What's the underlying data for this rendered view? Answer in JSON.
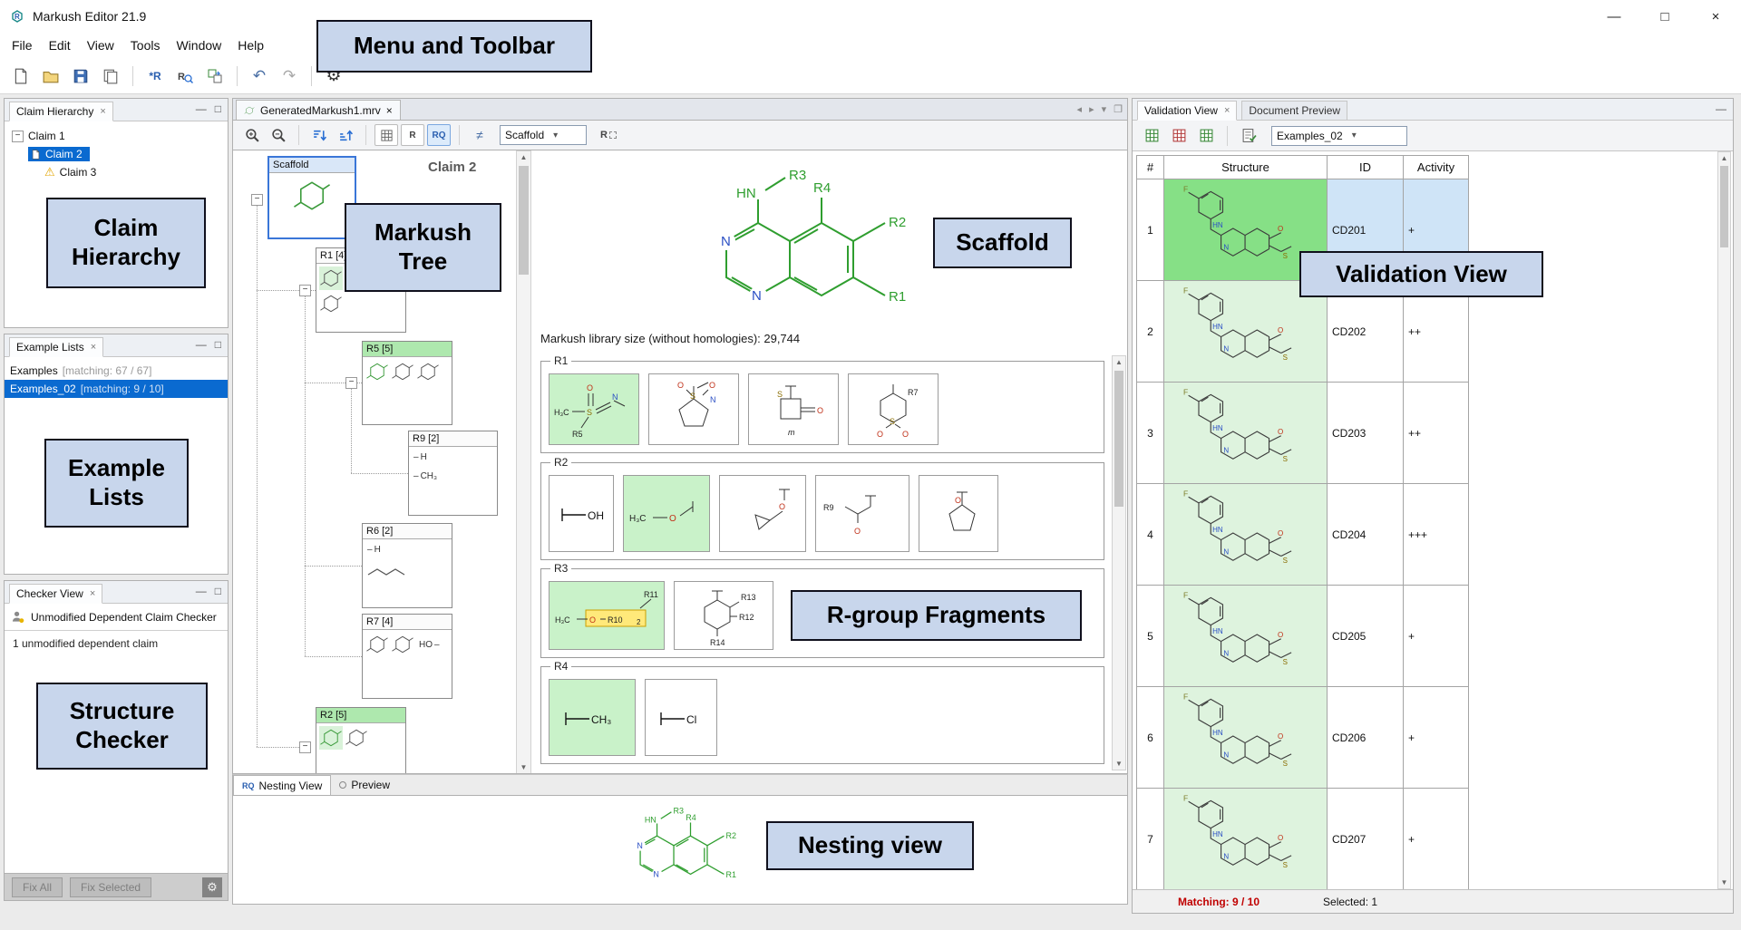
{
  "window": {
    "title": "Markush Editor 21.9",
    "minimize": "—",
    "maximize": "□",
    "close": "×"
  },
  "menu": {
    "items": [
      "File",
      "Edit",
      "View",
      "Tools",
      "Window",
      "Help"
    ]
  },
  "icons": {
    "star_r": "*R",
    "rq": "RQ",
    "r": "R"
  },
  "callouts": {
    "menu_toolbar": "Menu and Toolbar",
    "claim_hierarchy": "Claim Hierarchy",
    "markush_tree": "Markush Tree",
    "scaffold": "Scaffold",
    "validation_view": "Validation View",
    "example_lists": "Example Lists",
    "rgroup_fragments": "R-group Fragments",
    "structure_checker": "Structure Checker",
    "nesting_view": "Nesting view"
  },
  "claim_panel": {
    "title": "Claim Hierarchy",
    "claim1": "Claim 1",
    "claim2": "Claim 2",
    "claim3": "Claim 3"
  },
  "examples_panel": {
    "title": "Example Lists",
    "list1_name": "Examples",
    "list1_matching": "[matching: 67 / 67]",
    "list2_name": "Examples_02",
    "list2_matching": "[matching: 9 / 10]"
  },
  "checker_panel": {
    "title": "Checker View",
    "checker_name": "Unmodified Dependent Claim Checker",
    "checker_detail": "1 unmodified dependent claim",
    "fix_all": "Fix All",
    "fix_selected": "Fix Selected"
  },
  "editor": {
    "tab_title": "GeneratedMarkush1.mrv",
    "claim_label": "Claim 2",
    "scaffold_select": "Scaffold",
    "library_size": "Markush library size (without homologies): 29,744",
    "tree": {
      "scaffold": "Scaffold",
      "r1": "R1 [4]",
      "r5": "R5 [5]",
      "r9": "R9 [2]",
      "r6": "R6 [2]",
      "r7": "R7 [4]",
      "r2": "R2 [5]",
      "r9_item1": "H",
      "r9_item2": "CH₃",
      "r6_item1": "H",
      "r7_item": "HO"
    },
    "atoms": {
      "hn": "HN",
      "n": "N",
      "r1": "R1",
      "r2": "R2",
      "r3": "R3",
      "r4": "R4"
    },
    "s1": {
      "label": "R1",
      "f1_a": "H₃C",
      "f1_s": "S",
      "f1_o": "O",
      "f1_n": "N",
      "f1_r": "R5",
      "f2_s": "S",
      "f2_o1": "O",
      "f2_o2": "O",
      "f2_n": "N",
      "f3_s": "S",
      "f3_o": "O",
      "f3_m": "m",
      "f4_s": "S",
      "f4_o1": "O",
      "f4_o2": "O",
      "f4_r": "R7"
    },
    "s2": {
      "label": "R2",
      "f1": "OH",
      "f2_a": "H₃C",
      "f2_o": "O",
      "f3_o": "O",
      "f4_r": "R9",
      "f4_o": "O",
      "f5_o": "O"
    },
    "s3": {
      "label": "R3",
      "f1_a": "H₃C",
      "f1_o": "O",
      "f1_r10": "R10",
      "f1_x": "2",
      "f1_r11": "R11",
      "f2_r12": "R12",
      "f2_r13": "R13",
      "f2_r14": "R14"
    },
    "s4": {
      "label": "R4",
      "f1": "CH₃",
      "f2": "Cl"
    }
  },
  "nesting": {
    "tab_nesting": "Nesting View",
    "tab_preview": "Preview"
  },
  "validation": {
    "tab_validation": "Validation View",
    "tab_preview": "Document Preview",
    "dropdown": "Examples_02",
    "col_num": "#",
    "col_structure": "Structure",
    "col_id": "ID",
    "col_activity": "Activity",
    "rows": [
      {
        "num": "1",
        "id": "CD201",
        "activity": "+"
      },
      {
        "num": "2",
        "id": "CD202",
        "activity": "++"
      },
      {
        "num": "3",
        "id": "CD203",
        "activity": "++"
      },
      {
        "num": "4",
        "id": "CD204",
        "activity": "+++"
      },
      {
        "num": "5",
        "id": "CD205",
        "activity": "+"
      },
      {
        "num": "6",
        "id": "CD206",
        "activity": "+"
      },
      {
        "num": "7",
        "id": "CD207",
        "activity": "+"
      }
    ],
    "matching": "Matching: 9 / 10",
    "selected": "Selected: 1"
  }
}
